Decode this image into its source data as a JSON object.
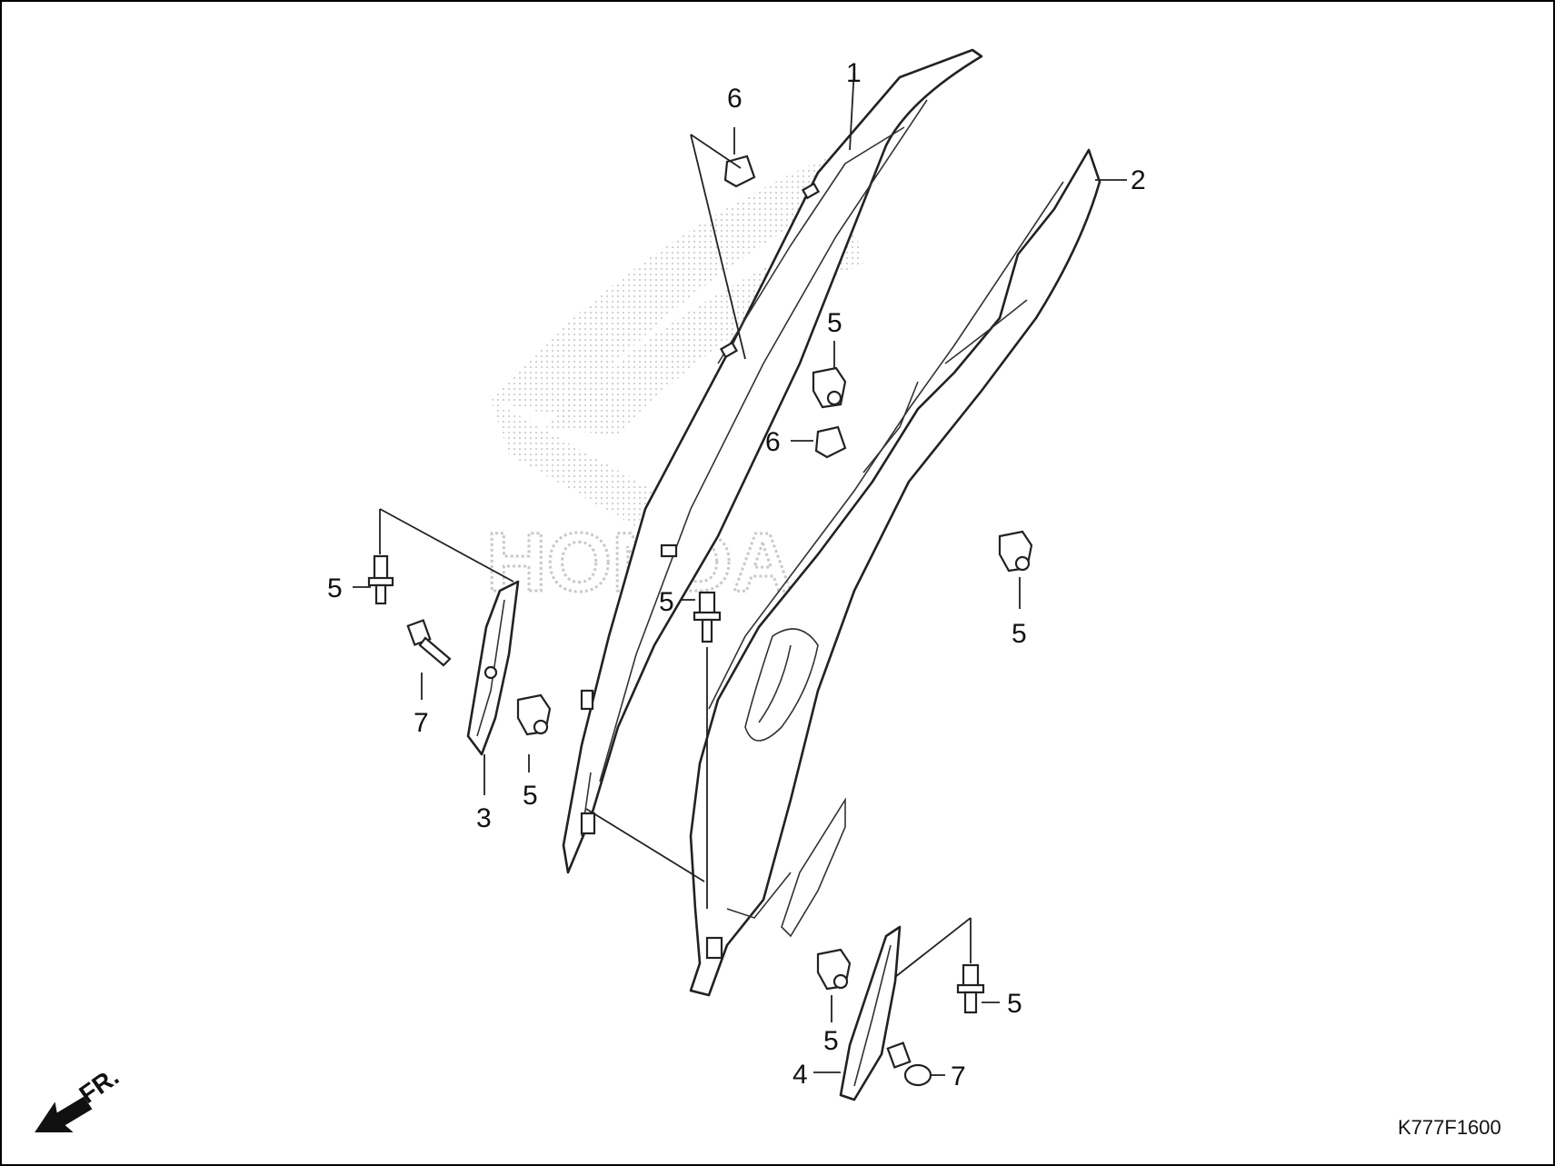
{
  "diagram": {
    "watermark": "HONDA",
    "figure_code": "K777F1600",
    "direction_label": "FR.",
    "callouts": {
      "c1": "1",
      "c2": "2",
      "c3": "3",
      "c4": "4",
      "c5a": "5",
      "c5b": "5",
      "c5c": "5",
      "c5d": "5",
      "c5e": "5",
      "c5f": "5",
      "c5g": "5",
      "c6a": "6",
      "c6b": "6",
      "c7a": "7",
      "c7b": "7"
    }
  },
  "colors": {
    "line": "#222222",
    "watermark": "#c9c9c9",
    "background": "#ffffff"
  }
}
